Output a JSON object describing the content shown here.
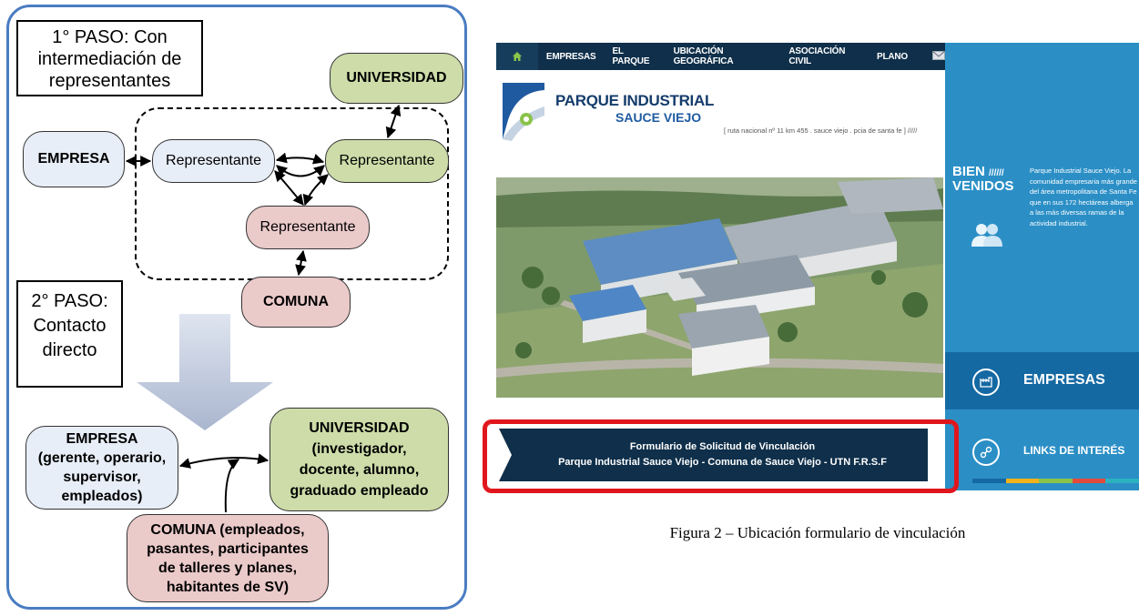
{
  "diagram": {
    "step1_lines": [
      "1° PASO: Con",
      "intermediación de",
      "representantes"
    ],
    "step2_lines": [
      "2° PASO:",
      "Contacto",
      "directo"
    ],
    "step1_nodes": {
      "empresa": "EMPRESA",
      "universidad": "UNIVERSIDAD",
      "rep_empresa": "Representante",
      "rep_universidad": "Representante",
      "rep_comuna": "Representante",
      "comuna": "COMUNA"
    },
    "step2_nodes": {
      "empresa_lines": [
        "EMPRESA",
        "(gerente, operario,",
        "supervisor,",
        "empleados)"
      ],
      "universidad_lines": [
        "UNIVERSIDAD",
        "(investigador,",
        "docente, alumno,",
        "graduado empleado"
      ],
      "comuna_lines": [
        "COMUNA (empleados,",
        "pasantes, participantes",
        "de talleres y planes,",
        "habitantes de SV)"
      ]
    },
    "colors": {
      "blue": "#e8eef8",
      "green": "#cddca9",
      "pink": "#ebcaca",
      "arrow": "#b8c4dc",
      "frame": "#4a7cc2"
    }
  },
  "website": {
    "nav": [
      "EMPRESAS",
      "EL PARQUE",
      "UBICACIÓN GEOGRÁFICA",
      "ASOCIACIÓN CIVIL",
      "PLANO"
    ],
    "logo_line1": "PARQUE INDUSTRIAL",
    "logo_line2": "SAUCE VIEJO",
    "address": "[ ruta nacional nº 11 km 455 . sauce viejo . pcia de santa fe ] /////",
    "bienvenidos_line1": "BIEN",
    "bienvenidos_slashes": "//////",
    "bienvenidos_line2": "VENIDOS",
    "welcome_text": "Parque Industrial Sauce Viejo. La comunidad empresaria más grande del área metropolitana de Santa Fe que en sus 172 hectáreas alberga a las más diversas ramas de la actividad industrial.",
    "empresas_label": "EMPRESAS",
    "links_label": "LINKS DE INTERÉS",
    "form_line1": "Formulario de Solicitud de Vinculación",
    "form_line2": "Parque Industrial Sauce Viejo - Comuna de Sauce Viejo - UTN F.R.S.F",
    "colors": {
      "navy": "#0f2f4a",
      "sidebar": "#2b8fc6",
      "highlight": "#e0161c"
    },
    "icons": [
      "home-icon",
      "mail-icon",
      "users-icon",
      "factory-icon",
      "link-icon"
    ]
  },
  "caption": "Figura 2 – Ubicación formulario de vinculación"
}
